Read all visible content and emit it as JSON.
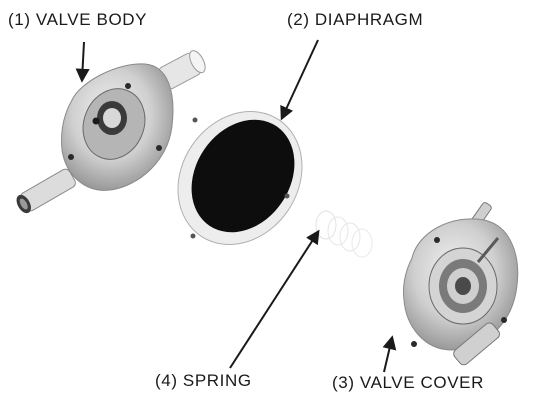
{
  "labels": {
    "valve_body": "(1) VALVE BODY",
    "diaphragm": "(2) DIAPHRAGM",
    "spring": "(4) SPRING",
    "valve_cover": "(3) VALVE COVER"
  }
}
